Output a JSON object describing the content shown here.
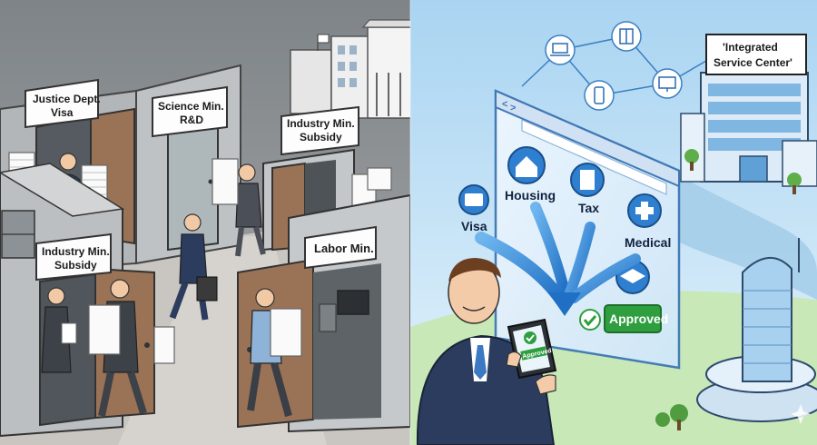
{
  "left_scene": {
    "signs": {
      "justice_visa": [
        "Justice Dept.",
        "Visa"
      ],
      "science_rd": [
        "Science Min.",
        "R&D"
      ],
      "industry_subsidy_top": [
        "Industry Min.",
        "Subsidy"
      ],
      "industry_subsidy_left": [
        "Industry Min.",
        "Subsidy"
      ],
      "labor": [
        "Labor Min."
      ]
    }
  },
  "right_scene": {
    "service_center_sign": [
      "'Integrated",
      "Service Center'"
    ],
    "services": {
      "visa": "Visa",
      "housing": "Housing",
      "tax": "Tax",
      "medical": "Medical"
    },
    "approved_badge": "Approved",
    "tablet_badge": "Approved"
  },
  "colors": {
    "left_bg": "#8e9398",
    "right_sky": "#bfe0f6",
    "accent_blue": "#2f7fd0",
    "approved_green": "#2e9e3f",
    "suit_navy": "#2b3c5e"
  }
}
